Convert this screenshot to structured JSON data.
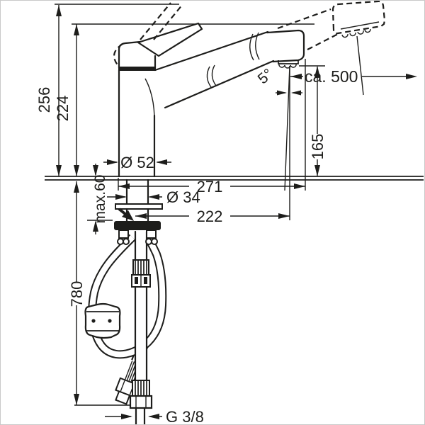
{
  "drawing": {
    "labels": {
      "total_height": "256",
      "spout_height": "224",
      "hose_length": "780",
      "max_counter_thickness": "max.60",
      "spout_reach": "271",
      "outlet_reach": "222",
      "outlet_height": "165",
      "base_diameter": "Ø 52",
      "shank_diameter": "Ø 34",
      "pullout_range": "ca. 500",
      "spray_angle": "5°",
      "connection_thread": "G 3/8"
    }
  }
}
